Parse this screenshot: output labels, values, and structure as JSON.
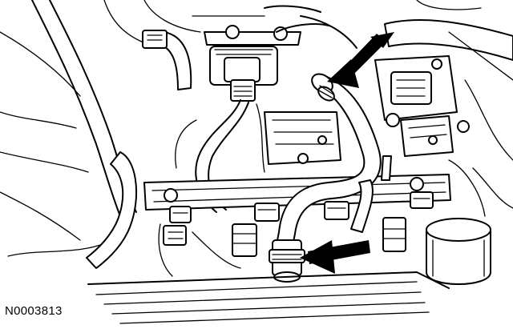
{
  "figure": {
    "id_label": "N0003813"
  },
  "callouts": [
    {
      "name": "upper-arrow",
      "points_to": "upper-hose-connection",
      "color": "#000000"
    },
    {
      "name": "lower-arrow",
      "points_to": "lower-hose-connection",
      "color": "#000000"
    }
  ],
  "style": {
    "line_color": "#000000",
    "background": "#ffffff"
  }
}
